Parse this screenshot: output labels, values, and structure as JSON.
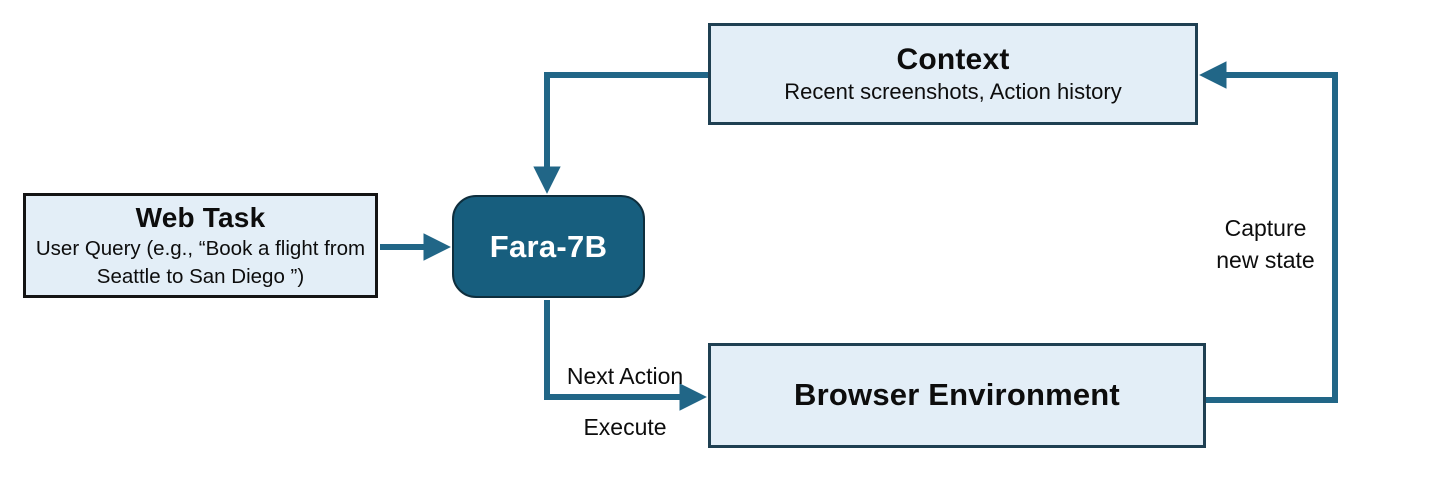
{
  "diagram": {
    "boxes": {
      "web_task": {
        "title": "Web Task",
        "subtitle": "User Query (e.g., “Book a flight from Seattle to San Diego ”)"
      },
      "fara": {
        "label": "Fara-7B"
      },
      "context": {
        "title": "Context",
        "subtitle": "Recent screenshots, Action history"
      },
      "browser": {
        "title": "Browser Environment"
      }
    },
    "edge_labels": {
      "next_action": "Next Action",
      "execute": "Execute",
      "capture_new_state": "Capture new state"
    },
    "colors": {
      "accent_arrow": "#216687",
      "node_fill": "#e3eef7",
      "node_border_dark": "#1f4052",
      "web_task_border": "#141414",
      "fara_fill": "#175e7e",
      "text": "#0d0d0d",
      "fara_text": "#ffffff"
    }
  }
}
